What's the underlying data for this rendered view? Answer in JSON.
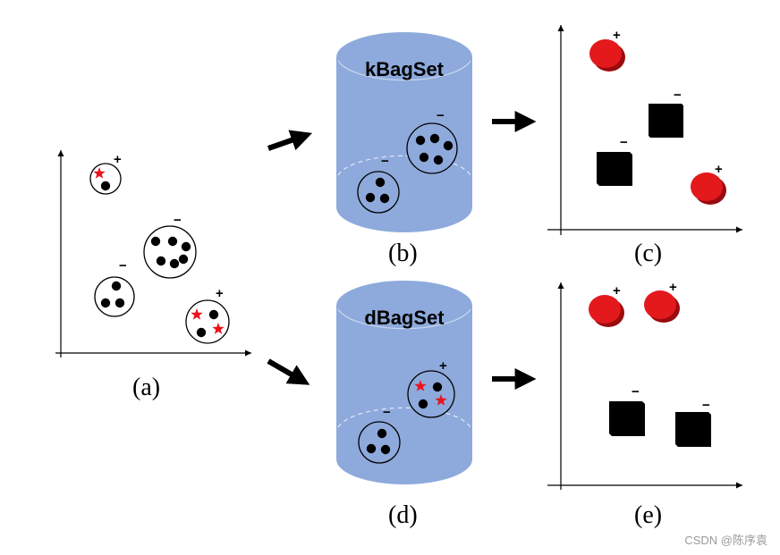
{
  "labels": {
    "a": "(a)",
    "b": "(b)",
    "c": "(c)",
    "d": "(d)",
    "e": "(e)"
  },
  "databases": {
    "top": "kBagSet",
    "bottom": "dBagSet"
  },
  "signs": {
    "plus": "+",
    "minus": "−"
  },
  "watermark": "CSDN @陈序袁",
  "colors": {
    "cylinder_fill": "#8eaadc",
    "positive_red": "#e3191c",
    "dot_black": "#000000",
    "star_red": "#e8151b"
  }
}
